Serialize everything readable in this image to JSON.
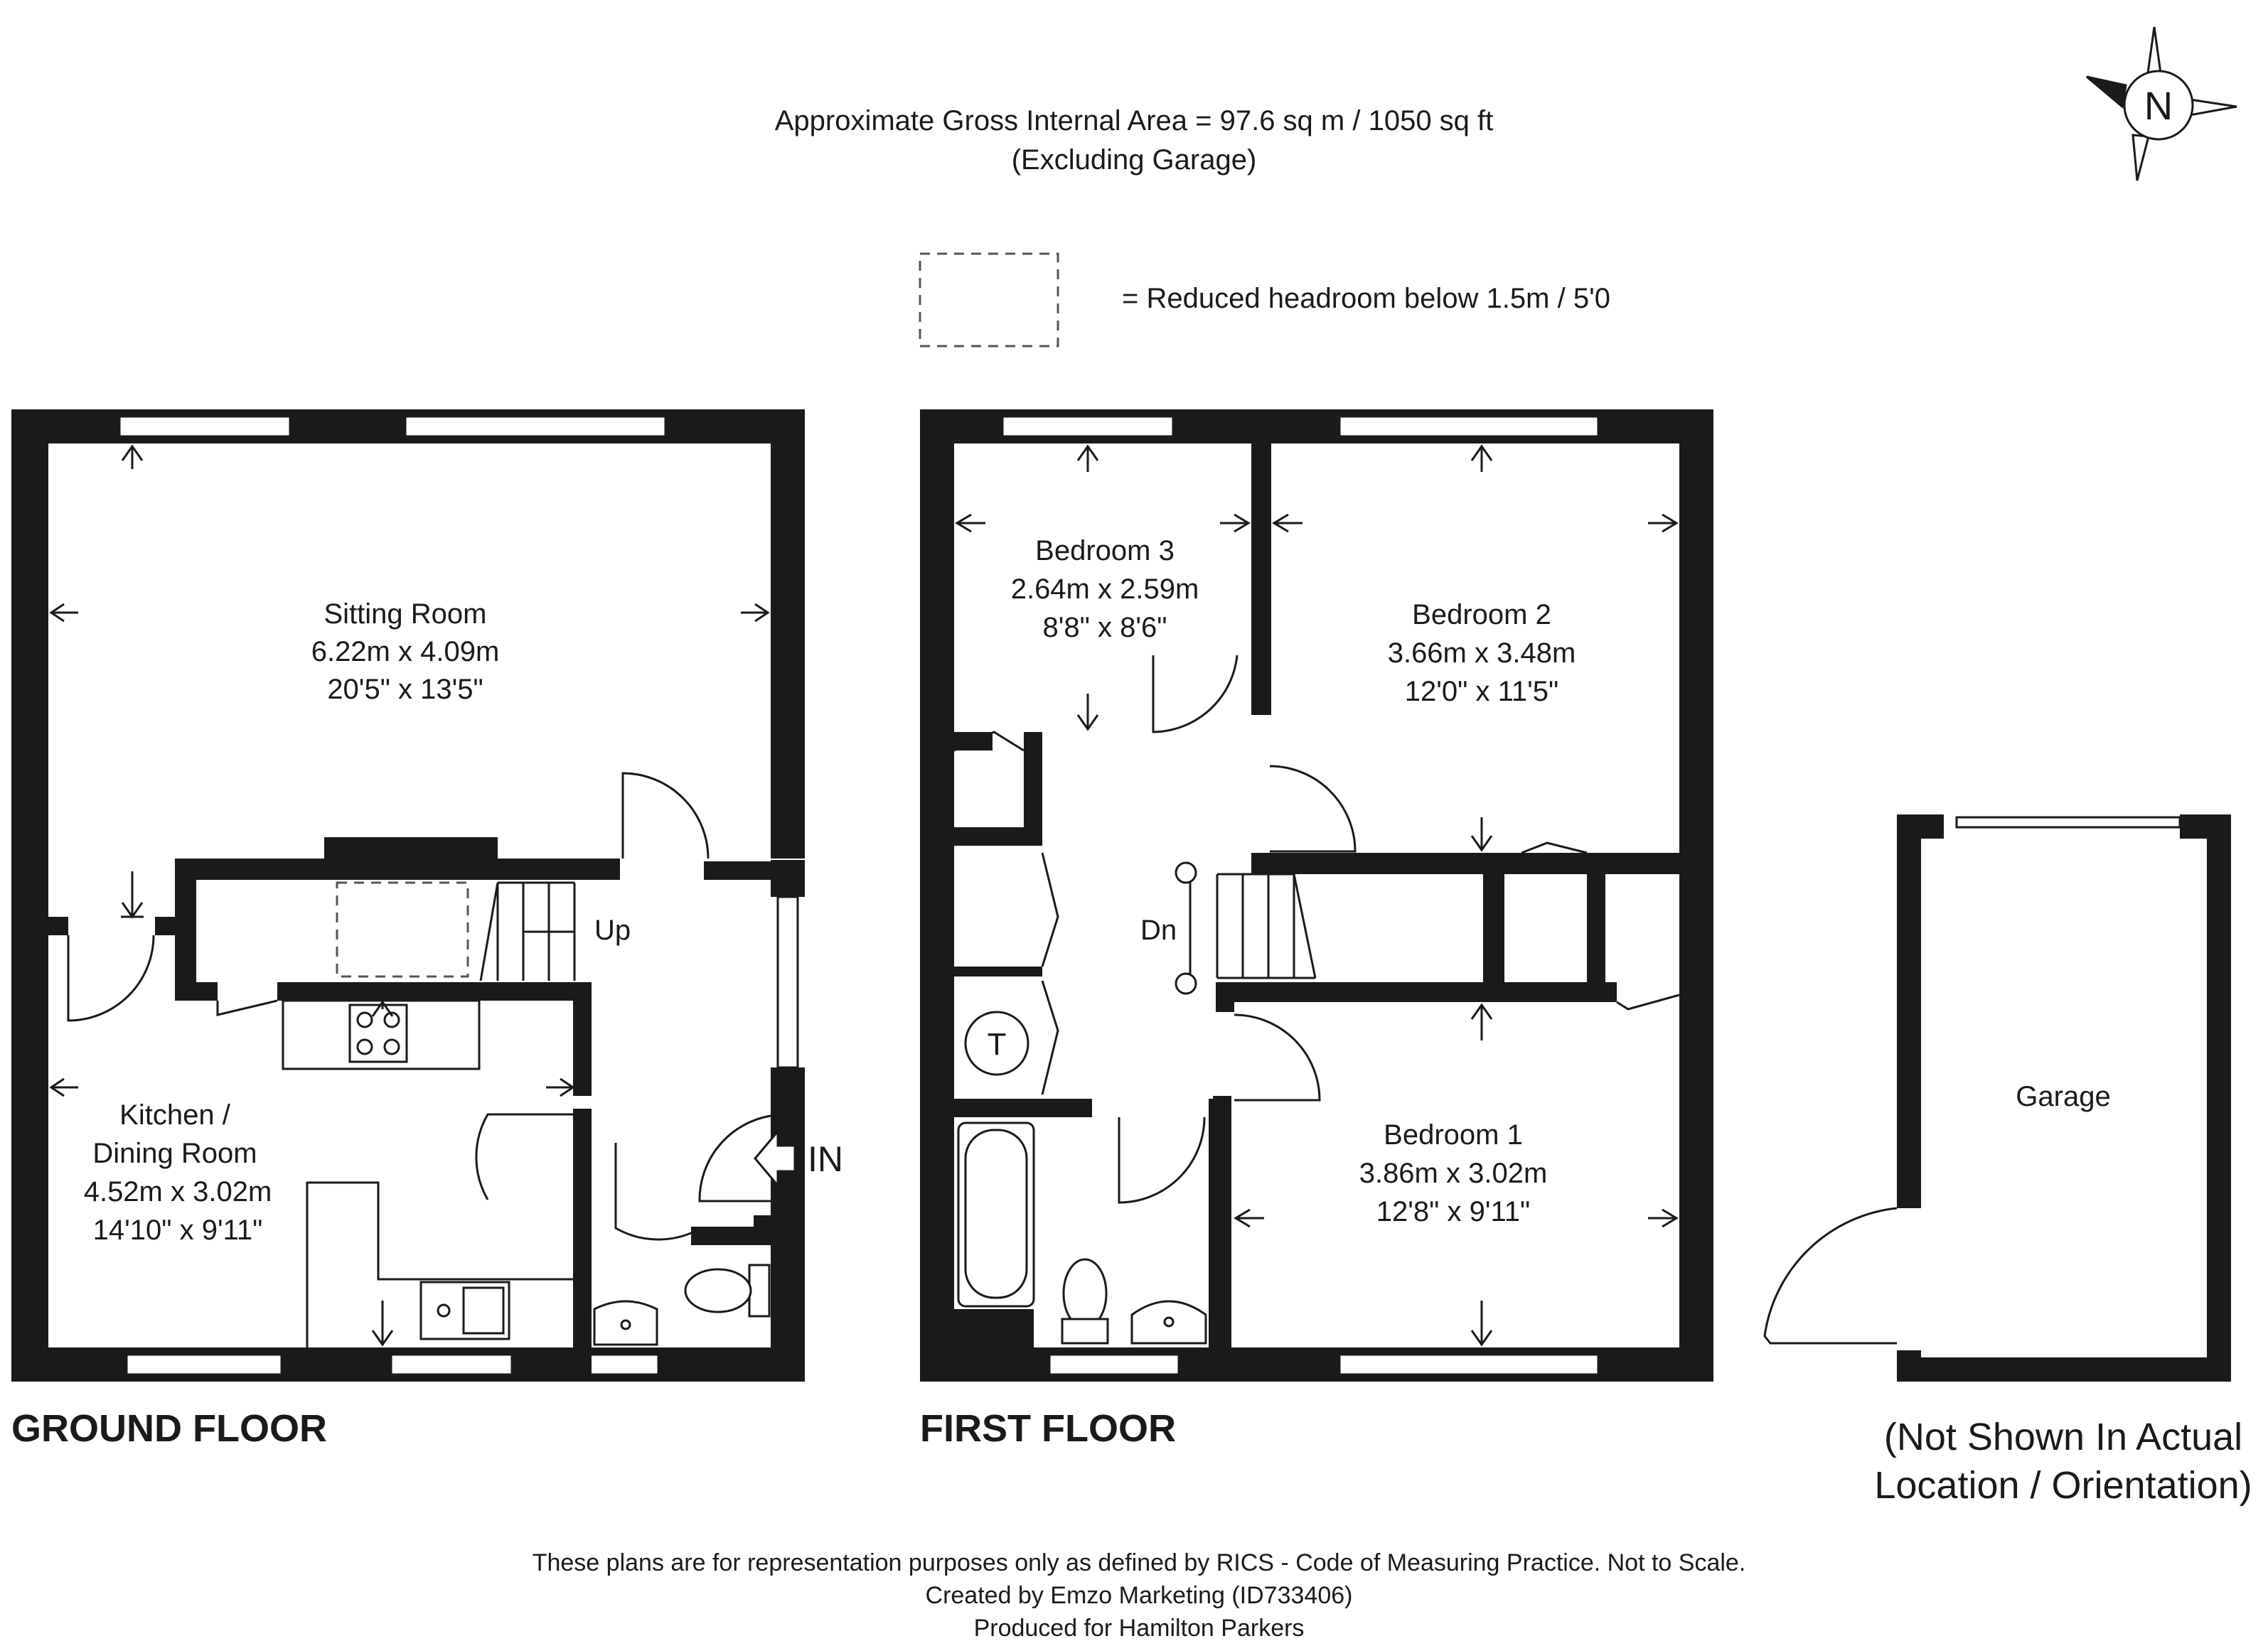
{
  "header": {
    "area": "Approximate Gross Internal Area = 97.6 sq m / 1050 sq ft",
    "area_note": "(Excluding Garage)",
    "legend": "= Reduced headroom below 1.5m / 5'0"
  },
  "compass_label": "N",
  "ground_floor": {
    "label": "GROUND FLOOR",
    "sitting": {
      "name": "Sitting Room",
      "metric": "6.22m x 4.09m",
      "imperial": "20'5\" x 13'5\""
    },
    "kitchen": {
      "name1": "Kitchen /",
      "name2": "Dining Room",
      "metric": "4.52m x 3.02m",
      "imperial": "14'10\" x 9'11\""
    },
    "stairs": "Up",
    "entrance": "IN"
  },
  "first_floor": {
    "label": "FIRST FLOOR",
    "bed3": {
      "name": "Bedroom 3",
      "metric": "2.64m x 2.59m",
      "imperial": "8'8\" x 8'6\""
    },
    "bed2": {
      "name": "Bedroom 2",
      "metric": "3.66m x 3.48m",
      "imperial": "12'0\" x 11'5\""
    },
    "bed1": {
      "name": "Bedroom 1",
      "metric": "3.86m x 3.02m",
      "imperial": "12'8\" x 9'11\""
    },
    "stairs": "Dn",
    "tank": "T"
  },
  "garage": {
    "name": "Garage",
    "note1": "(Not Shown In Actual",
    "note2": "Location / Orientation)"
  },
  "footer": {
    "line1": "These plans are for representation purposes only as defined by RICS - Code of Measuring Practice. Not to Scale.",
    "line2": "Created by Emzo Marketing (ID733406)",
    "line3": "Produced for Hamilton Parkers"
  }
}
